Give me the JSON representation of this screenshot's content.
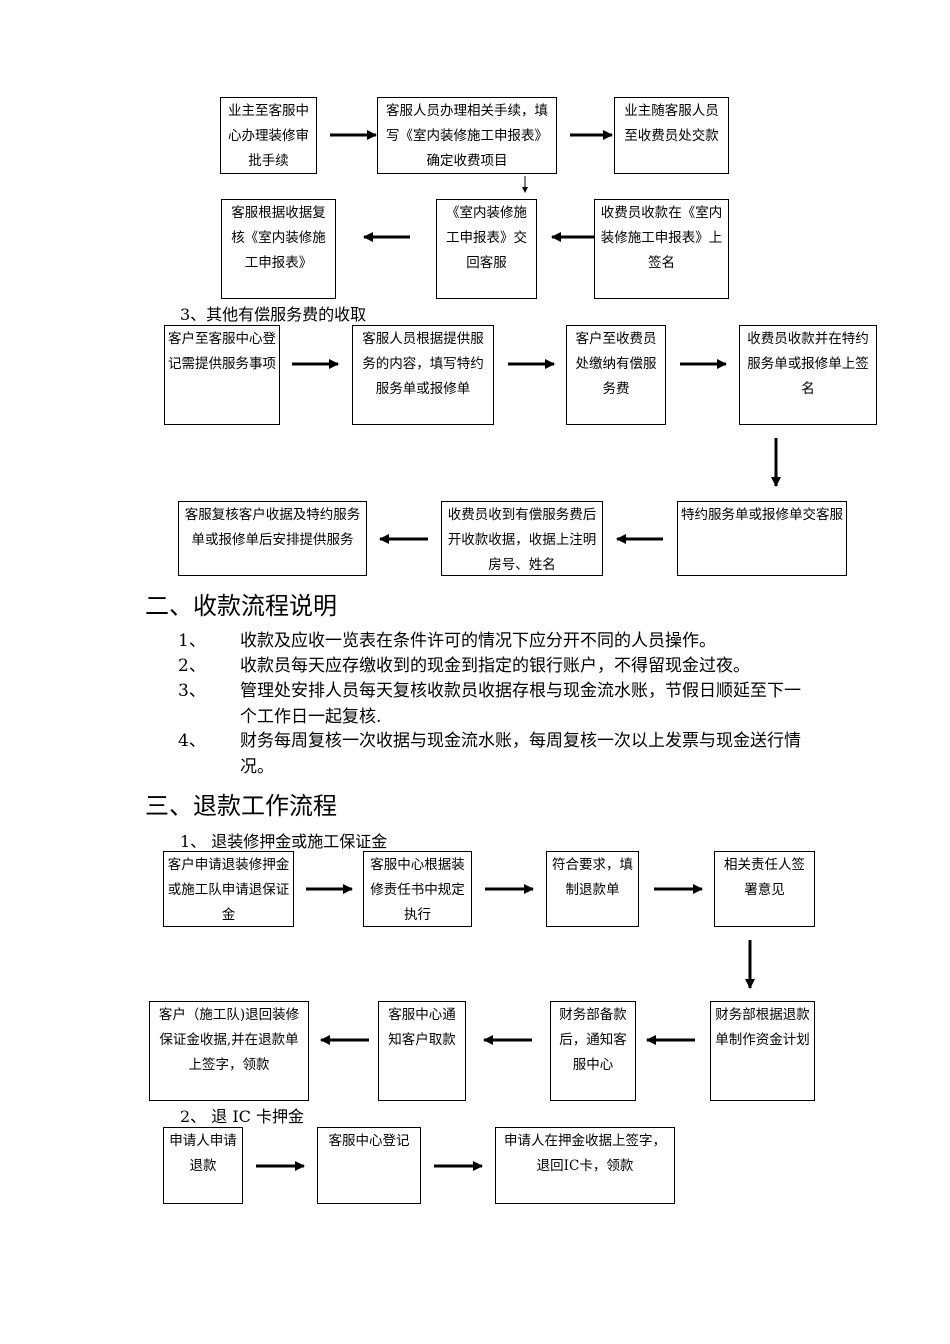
{
  "flow_a": {
    "box1": "业主至客服中心办理装修审批手续",
    "box2": "客服人员办理相关手续，填写《室内装修施工申报表》确定收费项目",
    "box3": "业主随客服人员至收费员处交款",
    "box4": "收费员收款在《室内装修施工申报表》上签名",
    "box5": "《室内装修施工申报表》交回客服",
    "box6": "客服根据收据复核《室内装修施工申报表》"
  },
  "section3_title": "3、其他有偿服务费的收取",
  "flow_b": {
    "box1": "客户至客服中心登记需提供服务事项",
    "box2": "客服人员根据提供服务的内容，填写特约服务单或报修单",
    "box3": "客户至收费员处缴纳有偿服务费",
    "box4": "收费员收款并在特约服务单或报修单上签名",
    "box5": "特约服务单或报修单交客服",
    "box6": "收费员收到有偿服务费后开收款收据，收据上注明房号、姓名",
    "box7": "客服复核客户收据及特约服务单或报修单后安排提供服务"
  },
  "heading2": "二、收款流程说明",
  "items": [
    {
      "num": "1、",
      "text": "收款及应收一览表在条件许可的情况下应分开不同的人员操作。"
    },
    {
      "num": "2、",
      "text": "收款员每天应存缴收到的现金到指定的银行账户，不得留现金过夜。"
    },
    {
      "num": "3、",
      "text": "管理处安排人员每天复核收款员收据存根与现金流水账，节假日顺延至下一个工作日一起复核."
    },
    {
      "num": "4、",
      "text": "财务每周复核一次收据与现金流水账，每周复核一次以上发票与现金送行情况。"
    }
  ],
  "heading3": "三、退款工作流程",
  "sub1_title": "1、 退装修押金或施工保证金",
  "flow_c": {
    "box1": "客户申请退装修押金或施工队申请退保证金",
    "box2": "客服中心根据装修责任书中规定执行",
    "box3": "符合要求，填制退款单",
    "box4": "相关责任人签署意见",
    "box5": "财务部根据退款单制作资金计划",
    "box6": "财务部备款后，通知客服中心",
    "box7": "客服中心通知客户取款",
    "box8": "客户（施工队)退回装修保证金收据,并在退款单上签字，领款"
  },
  "sub2_title": "2、 退 IC 卡押金",
  "flow_d": {
    "box1": "申请人申请退款",
    "box2": "客服中心登记",
    "box3": "申请人在押金收据上签字，退回IC卡，领款"
  }
}
